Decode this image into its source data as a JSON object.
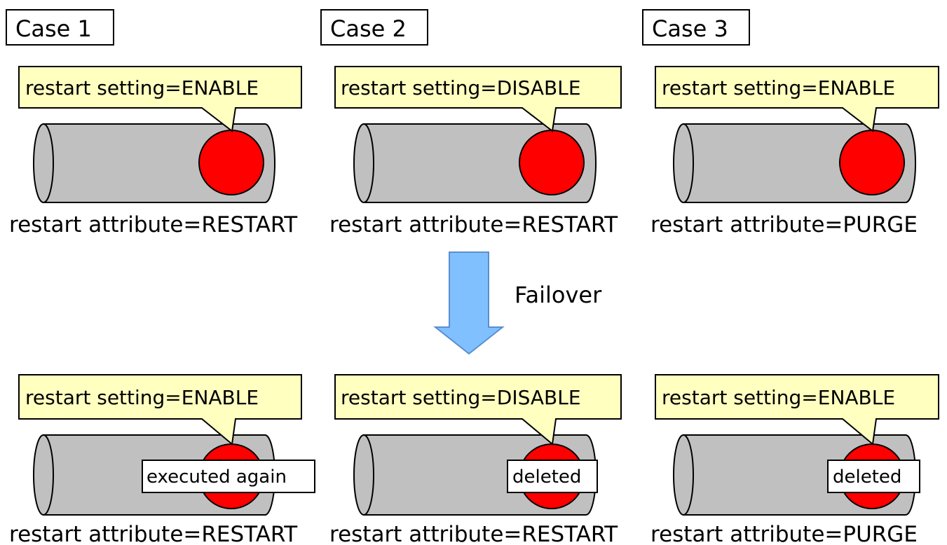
{
  "colors": {
    "cylinder_fill": "#c0c0c0",
    "callout_fill": "#ffffc0",
    "message_fill": "#ff0000",
    "arrow_fill": "#80c0ff",
    "arrow_stroke": "#5a8fcf"
  },
  "icons": {
    "transition_arrow": "arrow-down-icon"
  },
  "transition": {
    "label": "Failover"
  },
  "before": [
    {
      "case_label": "Case 1",
      "setting": "restart setting=ENABLE",
      "attribute": "restart attribute=RESTART"
    },
    {
      "case_label": "Case 2",
      "setting": "restart setting=DISABLE",
      "attribute": "restart attribute=RESTART"
    },
    {
      "case_label": "Case 3",
      "setting": "restart setting=ENABLE",
      "attribute": "restart attribute=PURGE"
    }
  ],
  "after": [
    {
      "setting": "restart setting=ENABLE",
      "attribute": "restart attribute=RESTART",
      "result": "executed again"
    },
    {
      "setting": "restart setting=DISABLE",
      "attribute": "restart attribute=RESTART",
      "result": "deleted"
    },
    {
      "setting": "restart setting=ENABLE",
      "attribute": "restart attribute=PURGE",
      "result": "deleted"
    }
  ]
}
